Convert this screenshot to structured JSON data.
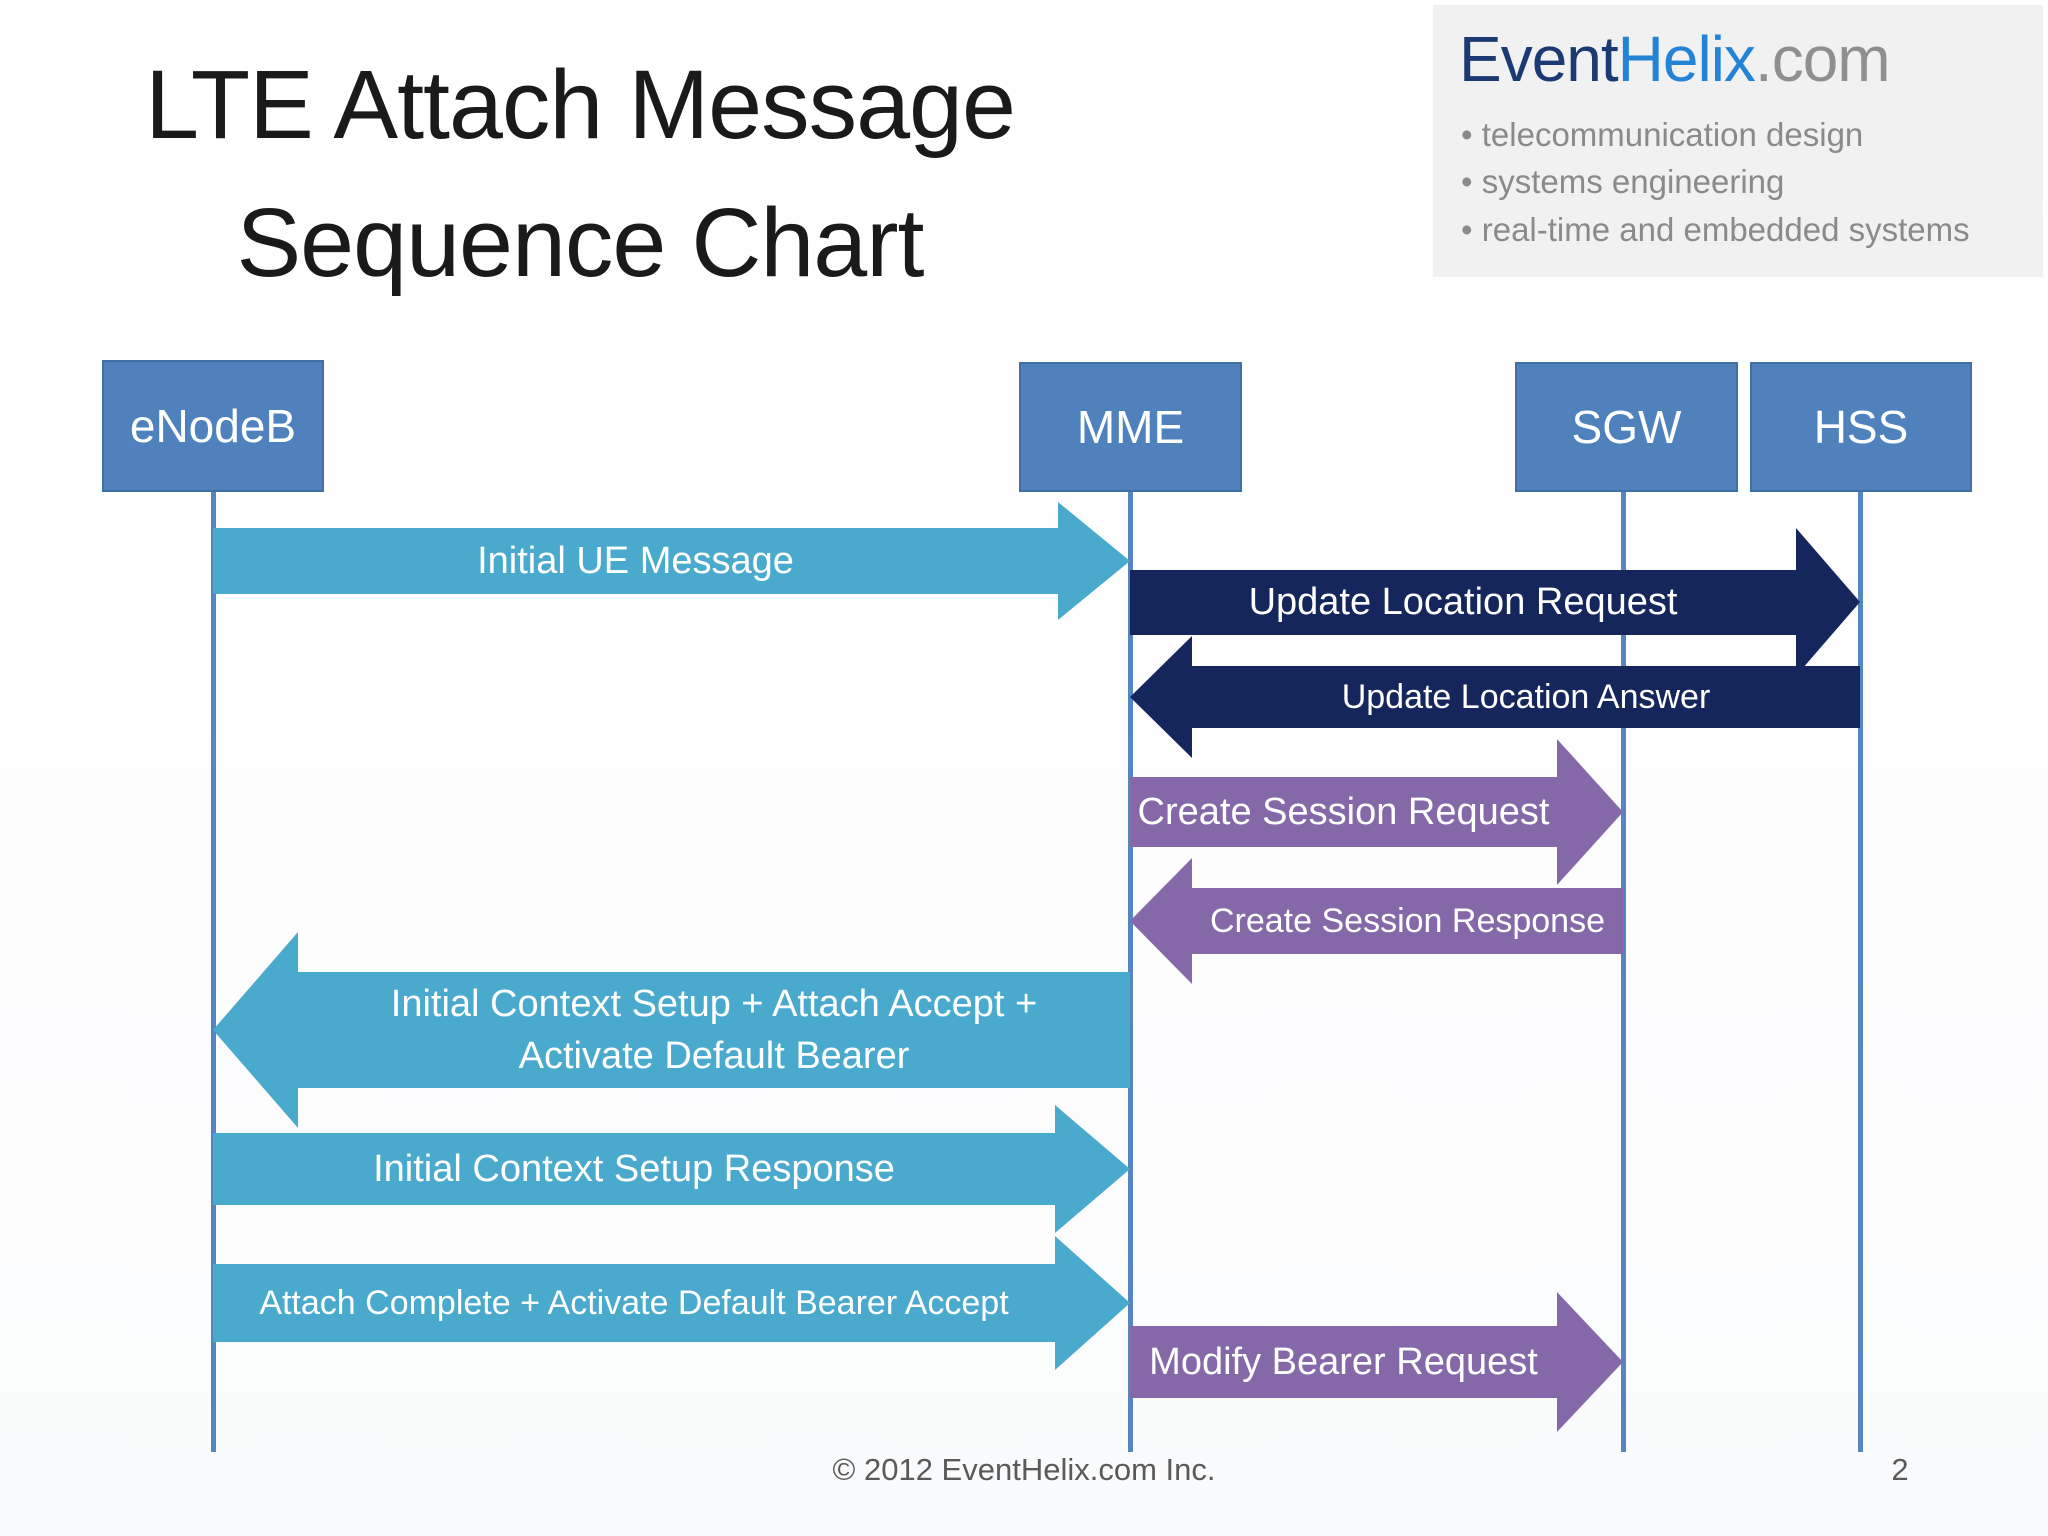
{
  "page": {
    "title_lines": [
      "LTE Attach Message",
      "Sequence Chart"
    ],
    "footer": {
      "copyright": "© 2012 EventHelix.com Inc.",
      "page_number": "2"
    }
  },
  "logo": {
    "brand_parts": [
      {
        "text": "Event",
        "color": "#1b3a73"
      },
      {
        "text": "Helix",
        "color": "#2383d6"
      },
      {
        "text": ".com",
        "color": "#8f8f8f"
      }
    ],
    "bullets": [
      "telecommunication design",
      "systems engineering",
      "real-time and embedded systems"
    ]
  },
  "entities": [
    {
      "id": "enodeb",
      "label": "eNodeB"
    },
    {
      "id": "mme",
      "label": "MME"
    },
    {
      "id": "sgw",
      "label": "SGW"
    },
    {
      "id": "hss",
      "label": "HSS"
    }
  ],
  "arrows": [
    {
      "id": "initial-ue-message",
      "label_lines": [
        "Initial UE Message"
      ],
      "from": "enodeb",
      "to": "mme",
      "direction": "right",
      "color_key": "teal"
    },
    {
      "id": "update-location-request",
      "label_lines": [
        "Update Location Request"
      ],
      "from": "mme",
      "to": "hss",
      "direction": "right",
      "color_key": "navy"
    },
    {
      "id": "update-location-answer",
      "label_lines": [
        "Update Location Answer"
      ],
      "from": "hss",
      "to": "mme",
      "direction": "left",
      "color_key": "navy"
    },
    {
      "id": "create-session-request",
      "label_lines": [
        "Create Session Request"
      ],
      "from": "mme",
      "to": "sgw",
      "direction": "right",
      "color_key": "purple"
    },
    {
      "id": "create-session-response",
      "label_lines": [
        "Create Session Response"
      ],
      "from": "sgw",
      "to": "mme",
      "direction": "left",
      "color_key": "purple"
    },
    {
      "id": "initial-context-setup",
      "label_lines": [
        "Initial Context Setup + Attach Accept +",
        "Activate Default Bearer"
      ],
      "from": "mme",
      "to": "enodeb",
      "direction": "left",
      "color_key": "teal"
    },
    {
      "id": "initial-context-setup-response",
      "label_lines": [
        "Initial Context Setup Response"
      ],
      "from": "enodeb",
      "to": "mme",
      "direction": "right",
      "color_key": "teal"
    },
    {
      "id": "attach-complete",
      "label_lines": [
        "Attach Complete + Activate Default Bearer Accept"
      ],
      "from": "enodeb",
      "to": "mme",
      "direction": "right",
      "color_key": "teal"
    },
    {
      "id": "modify-bearer-request",
      "label_lines": [
        "Modify Bearer Request"
      ],
      "from": "mme",
      "to": "sgw",
      "direction": "right",
      "color_key": "purple"
    }
  ],
  "colors": {
    "teal": "#4aaacd",
    "navy": "#14265c",
    "purple": "#8568a8",
    "entity_box": "#4f81bd",
    "entity_border": "#3f6fa3",
    "lifeline": "#5585c2",
    "title_text": "#1a1a1a",
    "footer_text": "#5a5a5a",
    "logo_panel_bg": "#f1f1f1",
    "bullet_text": "#8a8a8a"
  }
}
